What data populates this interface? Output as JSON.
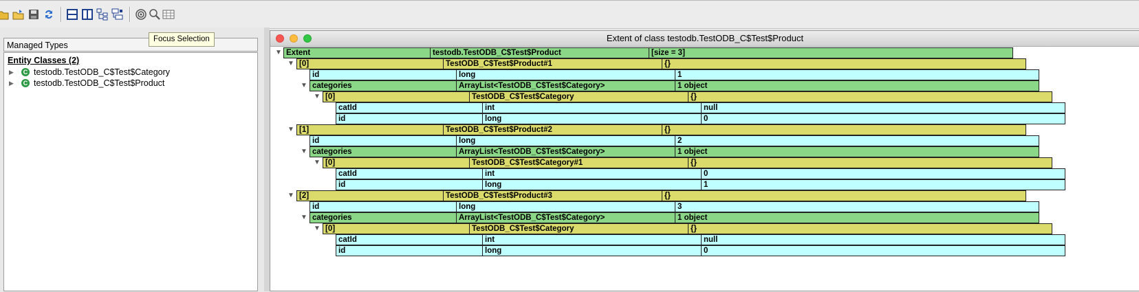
{
  "toolbar": {
    "buttons": [
      {
        "name": "open-folder-icon"
      },
      {
        "name": "open-icon"
      },
      {
        "name": "save-icon"
      },
      {
        "name": "refresh-icon"
      },
      {
        "name": "horizontal-split-icon"
      },
      {
        "name": "vertical-split-icon"
      },
      {
        "name": "tree-view-icon"
      },
      {
        "name": "tree-settings-icon"
      },
      {
        "name": "focus-selection-icon"
      },
      {
        "name": "zoom-icon"
      },
      {
        "name": "table-view-icon"
      }
    ],
    "tooltip": "Focus Selection"
  },
  "managed_types": {
    "header": "Managed Types",
    "section": "Entity Classes (2)",
    "items": [
      {
        "label": "testodb.TestODB_C$Test$Category",
        "icon_letter": "C"
      },
      {
        "label": "testodb.TestODB_C$Test$Product",
        "icon_letter": "C"
      }
    ]
  },
  "extent_window": {
    "title": "Extent of class testodb.TestODB_C$Test$Product",
    "rows": [
      {
        "color": "green",
        "cells": [
          "Extent",
          "testodb.TestODB_C$Test$Product",
          "[size = 3]"
        ]
      },
      {
        "color": "yellow",
        "cells": [
          "[0]",
          "TestODB_C$Test$Product#1",
          "{}"
        ]
      },
      {
        "color": "cyan",
        "cells": [
          "id",
          "long",
          "1"
        ]
      },
      {
        "color": "green",
        "cells": [
          "categories",
          "ArrayList<TestODB_C$Test$Category>",
          "1 object"
        ]
      },
      {
        "color": "yellow",
        "cells": [
          "[0]",
          "TestODB_C$Test$Category",
          "{}"
        ]
      },
      {
        "color": "cyan",
        "cells": [
          "catId",
          "int",
          "null"
        ]
      },
      {
        "color": "cyan",
        "cells": [
          "id",
          "long",
          "0"
        ]
      },
      {
        "color": "yellow",
        "cells": [
          "[1]",
          "TestODB_C$Test$Product#2",
          "{}"
        ]
      },
      {
        "color": "cyan",
        "cells": [
          "id",
          "long",
          "2"
        ]
      },
      {
        "color": "green",
        "cells": [
          "categories",
          "ArrayList<TestODB_C$Test$Category>",
          "1 object"
        ]
      },
      {
        "color": "yellow",
        "cells": [
          "[0]",
          "TestODB_C$Test$Category#1",
          "{}"
        ]
      },
      {
        "color": "cyan",
        "cells": [
          "catId",
          "int",
          "0"
        ]
      },
      {
        "color": "cyan",
        "cells": [
          "id",
          "long",
          "1"
        ]
      },
      {
        "color": "yellow",
        "cells": [
          "[2]",
          "TestODB_C$Test$Product#3",
          "{}"
        ]
      },
      {
        "color": "cyan",
        "cells": [
          "id",
          "long",
          "3"
        ]
      },
      {
        "color": "green",
        "cells": [
          "categories",
          "ArrayList<TestODB_C$Test$Category>",
          "1 object"
        ]
      },
      {
        "color": "yellow",
        "cells": [
          "[0]",
          "TestODB_C$Test$Category",
          "{}"
        ]
      },
      {
        "color": "cyan",
        "cells": [
          "catId",
          "int",
          "null"
        ]
      },
      {
        "color": "cyan",
        "cells": [
          "id",
          "long",
          "0"
        ]
      }
    ]
  },
  "colors": {
    "green": "#8ad887",
    "yellow": "#dbdb6c",
    "cyan": "#c0ffff"
  }
}
